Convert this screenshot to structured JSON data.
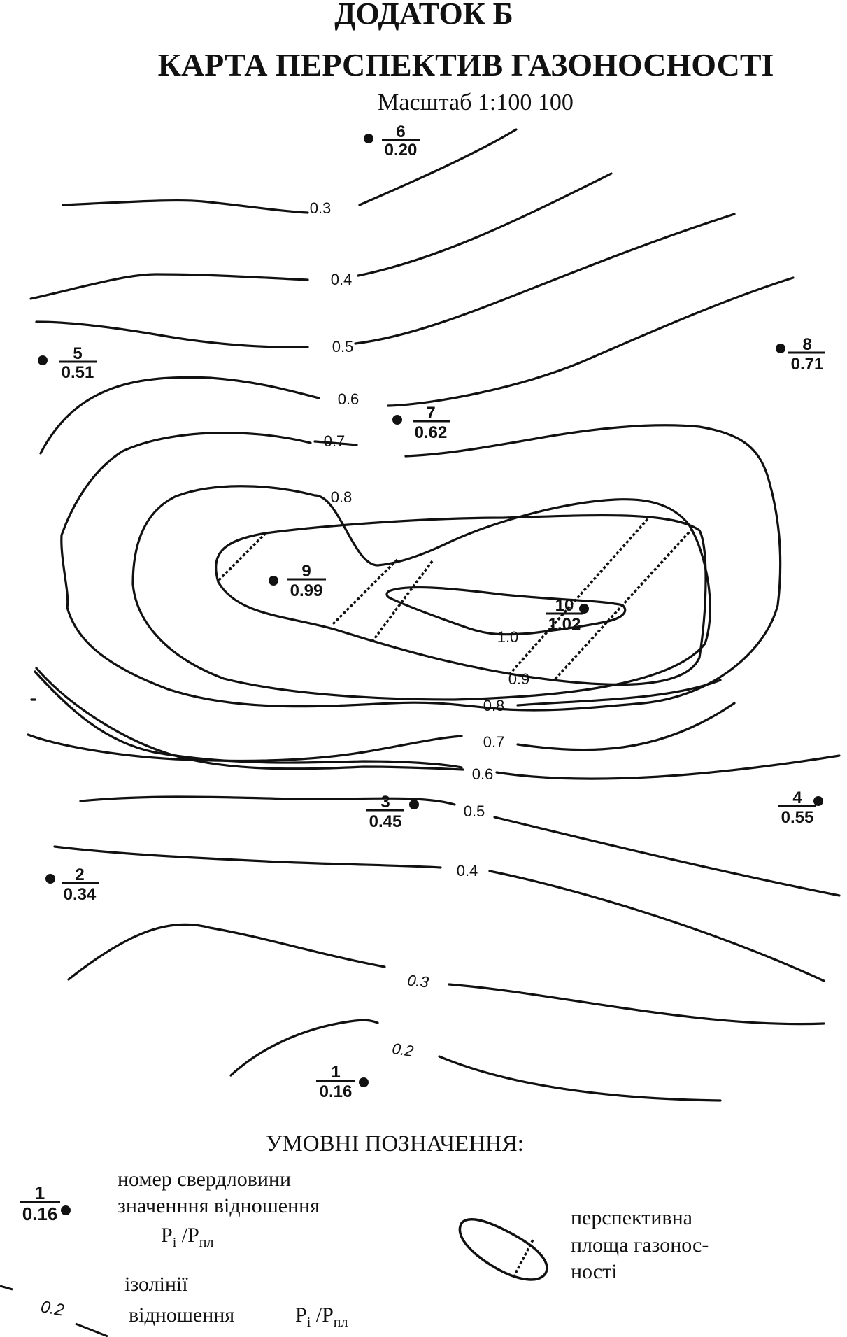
{
  "header": {
    "appendix": "ДОДАТОК Б",
    "title": "КАРТА ПЕРСПЕКТИВ ГАЗОНОСНОСТІ",
    "scale": "Масштаб 1:100 100"
  },
  "wells": [
    {
      "number": "6",
      "value": "0.20"
    },
    {
      "number": "5",
      "value": "0.51"
    },
    {
      "number": "8",
      "value": "0.71"
    },
    {
      "number": "7",
      "value": "0.62"
    },
    {
      "number": "9",
      "value": "0.99"
    },
    {
      "number": "10",
      "value": "1.02"
    },
    {
      "number": "3",
      "value": "0.45"
    },
    {
      "number": "4",
      "value": "0.55"
    },
    {
      "number": "2",
      "value": "0.34"
    },
    {
      "number": "1",
      "value": "0.16"
    }
  ],
  "isolines": [
    "0.3",
    "0.4",
    "0.5",
    "0.6",
    "0.7",
    "0.8",
    "0.9",
    "1.0",
    "0.8",
    "0.7",
    "0.6",
    "0.5",
    "0.4",
    "0.3",
    "0.2"
  ],
  "legend": {
    "heading": "УМОВНІ ПОЗНАЧЕННЯ:",
    "well_sample": {
      "number": "1",
      "value": "0.16"
    },
    "well_line1": "номер свердловини",
    "well_line2": "значенння відношення",
    "ratio_symbol": {
      "p": "P",
      "i": "i",
      "slash": " /P",
      "pl": "пл"
    },
    "isoline_sample": "0.2",
    "isoline_line1": "ізолінії",
    "isoline_line2": "відношення",
    "area_line1": "перспективна",
    "area_line2": "площа газонос-",
    "area_line3": "ності"
  }
}
